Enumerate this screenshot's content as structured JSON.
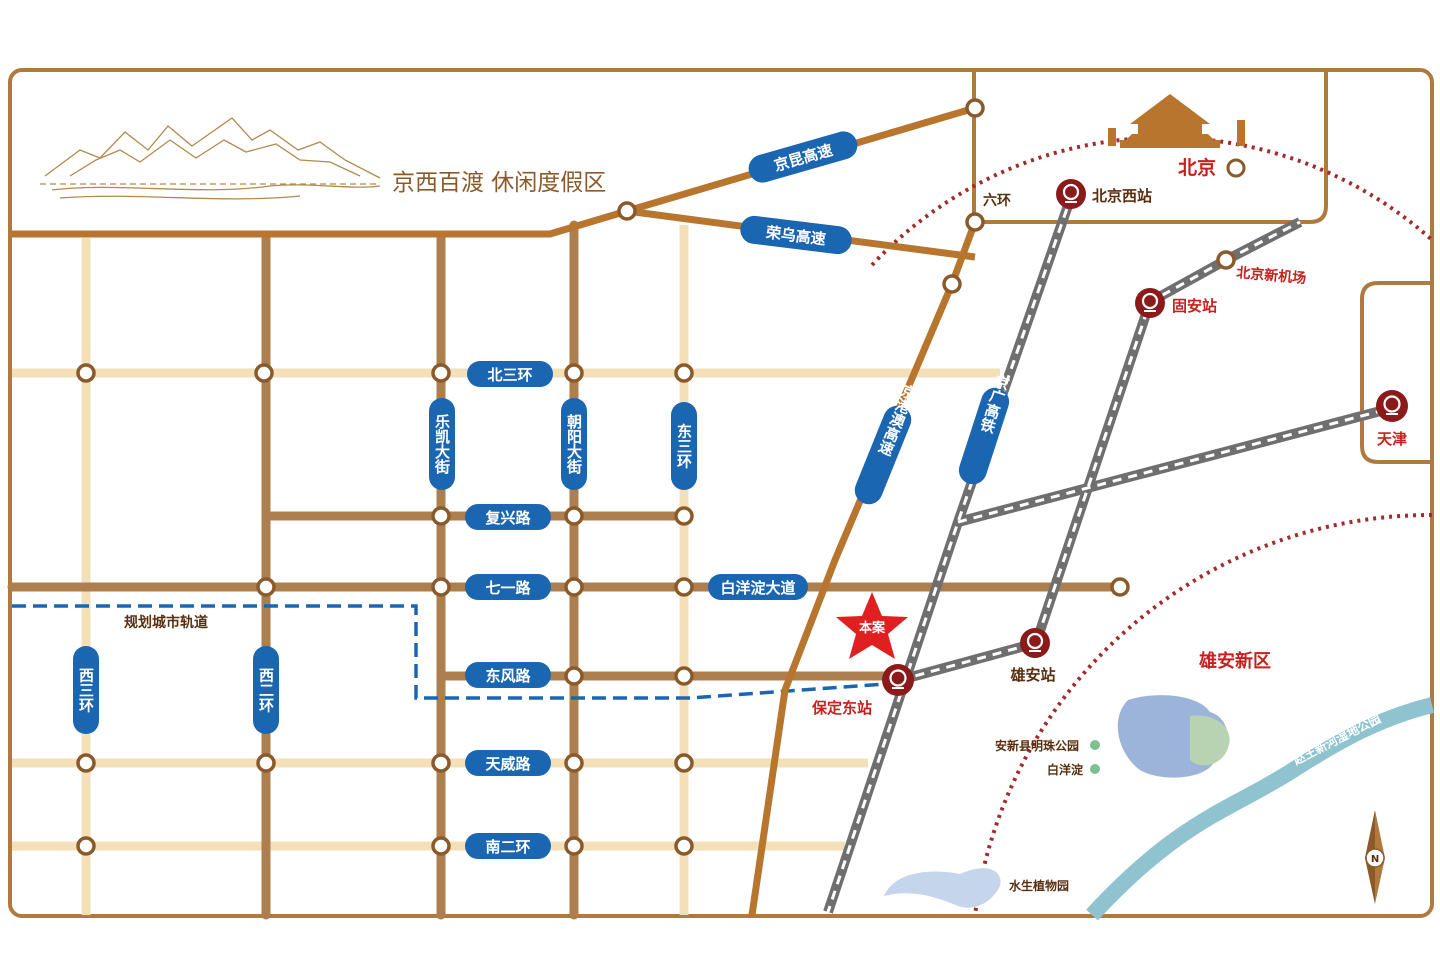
{
  "resort": {
    "label": "京西百渡 休闲度假区"
  },
  "cities": {
    "beijing": "北京",
    "tianjin": "天津"
  },
  "ring_labels": {
    "sixth_ring": "六环"
  },
  "stations": {
    "beijing_west": "北京西站",
    "new_airport": "北京新机场",
    "guan": "固安站",
    "xiongan": "雄安站",
    "baoding_east": "保定东站"
  },
  "highways": {
    "jingkun": "京昆高速",
    "rongwu": "荣乌高速",
    "jinggangao": "京港澳高速",
    "jingguang_rail": "京广高铁"
  },
  "roads": {
    "bei_san_huan": "北三环",
    "fuxing_lu": "复兴路",
    "qiyi_lu": "七一路",
    "baiyangdian_dadao": "白洋淀大道",
    "dongfeng_lu": "东风路",
    "tianwei_lu": "天威路",
    "nan_er_huan": "南二环",
    "lekai_dajie": "乐凯大街",
    "chaoyang_dajie": "朝阳大街",
    "dong_san_huan": "东三环",
    "xi_san_huan": "西三环",
    "xi_er_huan": "西二环"
  },
  "metro": {
    "label": "规划城市轨道"
  },
  "project": {
    "label": "本案"
  },
  "xiongan_area": {
    "label": "雄安新区"
  },
  "parks": {
    "mingzhu": "安新县明珠公园",
    "baiyangdian": "白洋淀",
    "aquatic": "水生植物园",
    "zhaowang": "赵王新河湿地公园"
  },
  "colors": {
    "frame": "#b07a3e",
    "brown_road": "#ad7f4e",
    "light_road": "#f3dfb8",
    "highway": "#b8752d",
    "pill": "#1b66b0",
    "red": "#c8201e",
    "station": "#8b1a1a",
    "rail_gray": "#7a7a7a",
    "river": "#8fc3cf",
    "lake": "#9db4da",
    "metro_dash": "#1b66b0"
  },
  "icons": {
    "station": "railway-station-icon",
    "node": "junction-node-icon",
    "project": "red-star-icon",
    "compass": "compass-icon",
    "mountains": "mountain-sketch-icon",
    "tiananmen": "tiananmen-gate-icon"
  }
}
